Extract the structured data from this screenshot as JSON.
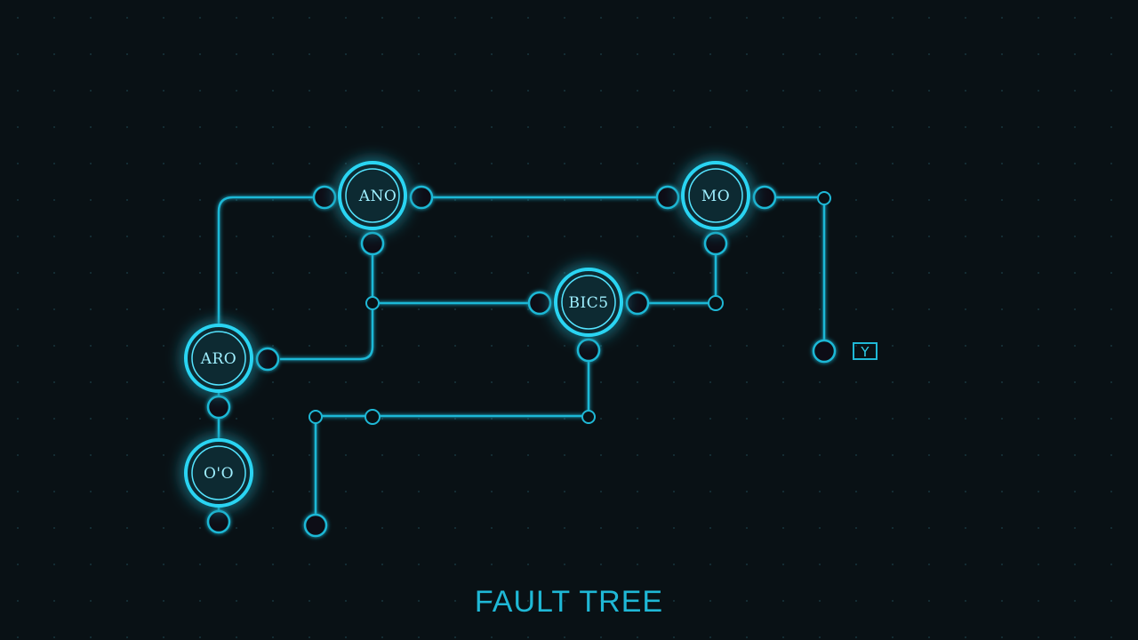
{
  "title": "FAULT TREE",
  "colors": {
    "background": "#091115",
    "wire": "#1fb8d6",
    "glow": "#18c8ec",
    "label": "#9fefff",
    "title": "#1fb8d6"
  },
  "gates": [
    {
      "id": "gate-top-left",
      "label": "ANO"
    },
    {
      "id": "gate-top-right",
      "label": "MO"
    },
    {
      "id": "gate-middle",
      "label": "BIC5"
    },
    {
      "id": "gate-left",
      "label": "ARO"
    },
    {
      "id": "gate-bottom-left",
      "label": "O'O"
    }
  ],
  "output_marker": {
    "label": "Y"
  }
}
